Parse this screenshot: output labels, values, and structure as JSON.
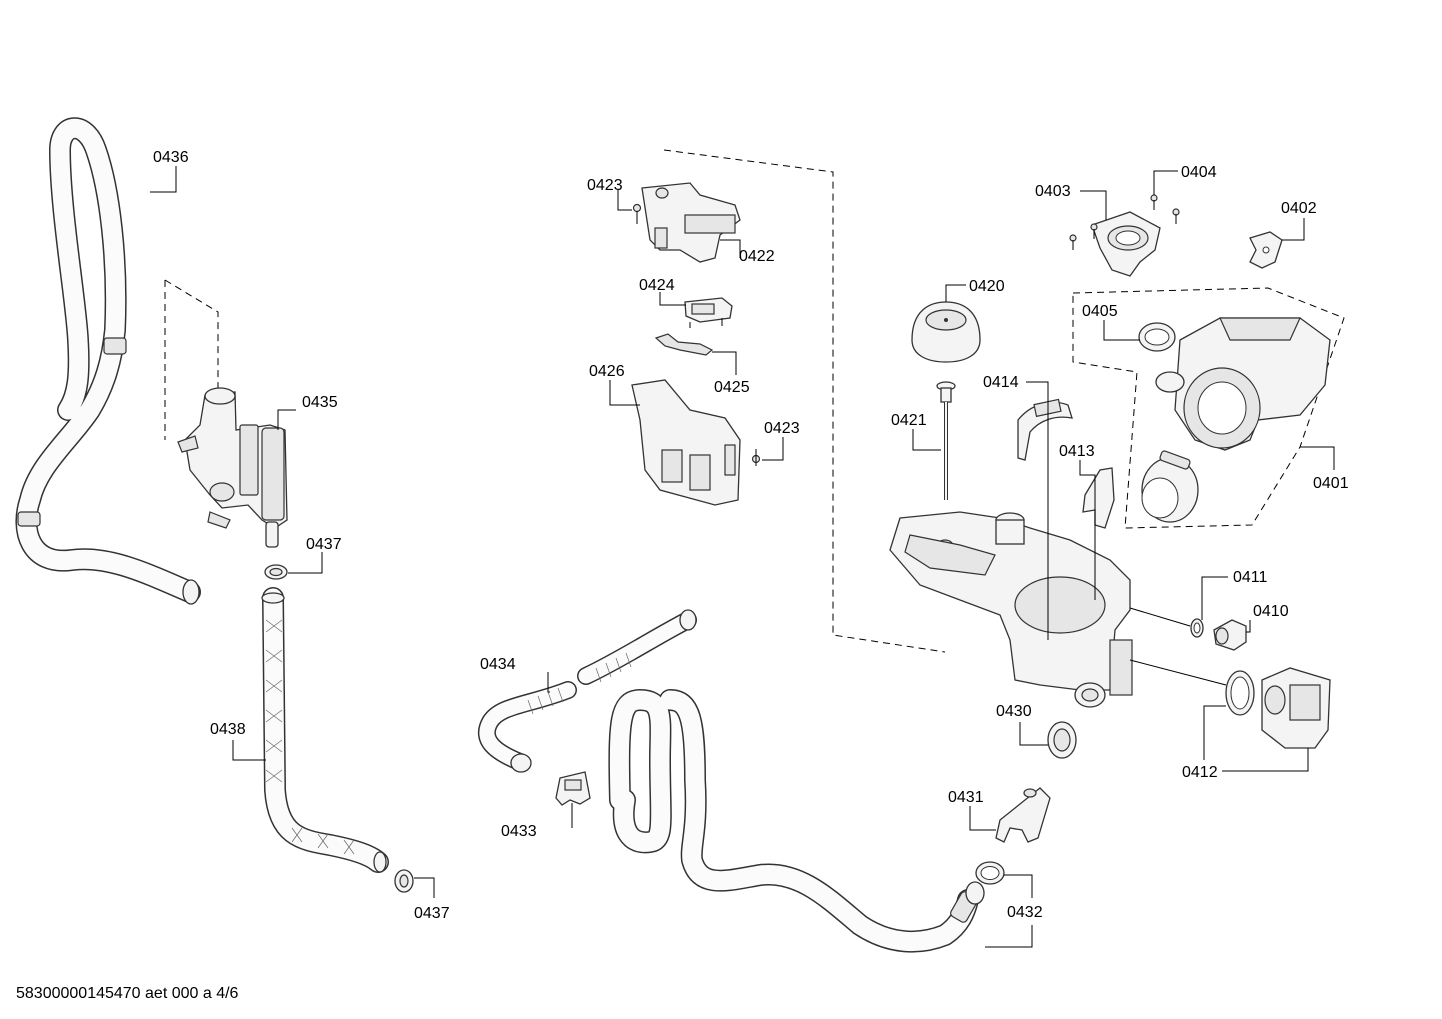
{
  "diagram": {
    "footer": "58300000145470 aet 000 a 4/6",
    "labels": {
      "p0401": "0401",
      "p0402": "0402",
      "p0403": "0403",
      "p0404": "0404",
      "p0405": "0405",
      "p0410": "0410",
      "p0411": "0411",
      "p0412": "0412",
      "p0413": "0413",
      "p0414": "0414",
      "p0420": "0420",
      "p0421": "0421",
      "p0422": "0422",
      "p0423a": "0423",
      "p0423b": "0423",
      "p0424": "0424",
      "p0425": "0425",
      "p0426": "0426",
      "p0430": "0430",
      "p0431": "0431",
      "p0432": "0432",
      "p0433": "0433",
      "p0434": "0434",
      "p0435": "0435",
      "p0436": "0436",
      "p0437a": "0437",
      "p0437b": "0437",
      "p0438": "0438"
    }
  }
}
